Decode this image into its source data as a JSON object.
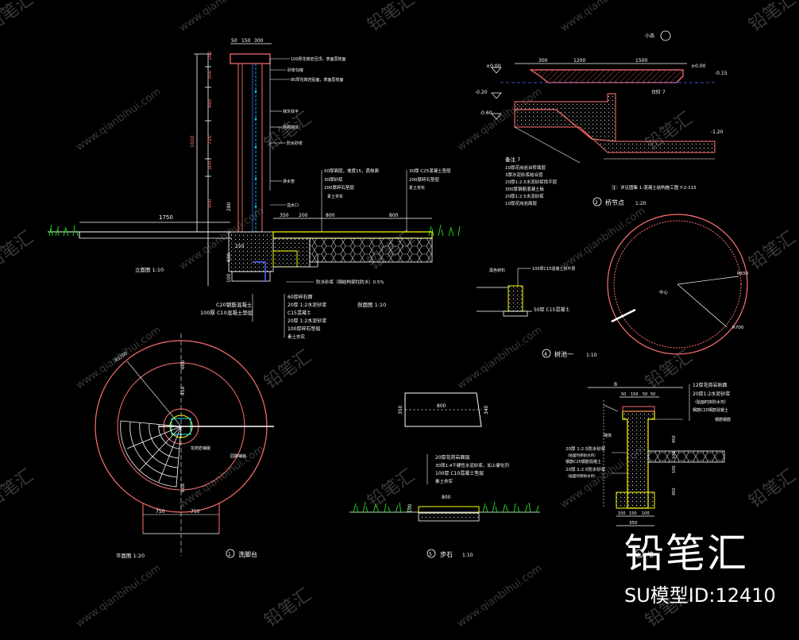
{
  "colors": {
    "background": "#000000",
    "wall": "#ff7070",
    "dim": "#ffffff",
    "note": "#ffffff",
    "yellow": "#ffff00",
    "cyan": "#00e5ff",
    "blue": "#4f6bff",
    "grass": "#19d419",
    "hatch": "#c8c8c8",
    "watermark": "#3a3a3a"
  },
  "elevation_detail": {
    "title": "立面图  1:10",
    "dims_top": [
      "50",
      "150",
      "300"
    ],
    "dims_left": [
      "100",
      "300",
      "480",
      "720",
      "300",
      "500",
      "1600"
    ],
    "dim_bottom_left": "1750",
    "dims_base": [
      "350",
      "200",
      "800",
      "800"
    ],
    "dims_vertical_right": [
      "150",
      "600",
      "100",
      "280"
    ],
    "callouts_right": [
      "100厚花岗岩压顶，表面荔枝面",
      "砂浆勾缝",
      "80厚花岗岩贴面，表面荔枝面",
      "抹灰找平",
      "砖砌墙体",
      "防水砂浆",
      "排水管",
      "溢水口"
    ],
    "callouts_base": [
      "50厚面层，坡度15，荔枝面",
      "30厚砂浆",
      "200厚碎石垫层",
      "素土夯实",
      "30厚 C25混凝土垫层",
      "200厚碎石垫层",
      "素土夯实"
    ],
    "slope_note": "防水砂浆（钢结构梁柱防水）0.5%",
    "section_title": "剖面图  1:10",
    "callouts_bottom": [
      "60厚碎石面",
      "20厚 1:2水泥砂浆",
      "C15混凝土",
      "20厚 1:2水泥砂浆",
      "100厚碎石垫层",
      "素土夯实"
    ],
    "callouts_lower_left": [
      "C20钢筋混凝土",
      "100厚 C10混凝土垫层"
    ]
  },
  "bridge_detail": {
    "elev_left_1": "±0.00",
    "elev_left_2": "-0.20",
    "elev_left_3": "-0.60",
    "elev_right_1": "±0.00",
    "elev_right_2": "-0.15",
    "elev_right_3": "-1.20",
    "dims_top": [
      "300",
      "1200",
      "1500"
    ],
    "tag": "小品",
    "step_label": "台阶 7",
    "notes_title": "备注 7",
    "notes": [
      "10厚花岗岩台阶面层",
      "3厚水泥砂浆结合层",
      "20厚1:2.5水泥砂浆找平层",
      "300厚钢筋混凝土板",
      "20厚1:2.5水泥砂浆",
      "10厚花岗岩面层"
    ],
    "ref_note": "注：详见图集  1-混凝土结构施工图  Y-2-115",
    "caption_num": "2",
    "caption": "桥节点",
    "scale": "1:20"
  },
  "circle_plan": {
    "radius_label": "R650",
    "radius_label_2": "R700",
    "center_label": "中心"
  },
  "pool_detail": {
    "caption_num": "4",
    "caption": "树池一",
    "scale": "1:10",
    "callouts": [
      "黑色卵石",
      "100厚C15混凝土找平层",
      "50厚 C15混凝土"
    ]
  },
  "washbasin_plan": {
    "radius_label": "R1700",
    "dims_right": [
      "600",
      "450",
      "600"
    ],
    "dims_bottom": [
      "750",
      "750"
    ],
    "labels_inner": [
      "花岗岩铺装",
      "园路铺装"
    ],
    "plan_title": "平面图  1:20",
    "caption_num": "1",
    "caption": "洗脚台"
  },
  "stepping_stone": {
    "top_dim": "800",
    "side_dims": [
      "350",
      "340"
    ],
    "section_dim": "800",
    "section_side": "150",
    "callouts": [
      "20厚花岗岩面层",
      "30厚1:4干硬性水泥砂浆，加上硬化剂",
      "100厚 C10混凝土垫层",
      "素土夯实"
    ],
    "caption_num": "5",
    "caption": "步石",
    "scale": "1:10"
  },
  "wall_section": {
    "top_dim": "B",
    "dims_top": [
      "50",
      "150",
      "50",
      "50"
    ],
    "dims_bottom": [
      "100",
      "150",
      "100"
    ],
    "dim_width": "350",
    "dims_right": [
      "450",
      "100",
      "100",
      "450"
    ],
    "label_center": "墙体",
    "callouts_right": [
      "12厚花岗岩贴面",
      "20厚1:2水泥砂浆",
      "（贴面时掺防水剂）",
      "钢筋C20钢筋混凝土",
      "钢筋钢筋"
    ],
    "callouts_left": [
      "20厚 1:2.5防水砂浆",
      "（贴面时掺防水剂）",
      "钢筋C20钢筋混凝土",
      "20厚 1:2.5防水砂浆",
      "（贴面时掺防水剂）"
    ],
    "caption_num": "6",
    "caption": "墙"
  },
  "watermark": {
    "brand": "铅笔汇",
    "model_id": "SU模型ID:12410",
    "tiles": [
      "铅笔汇",
      "www.qianbihui.com"
    ]
  }
}
